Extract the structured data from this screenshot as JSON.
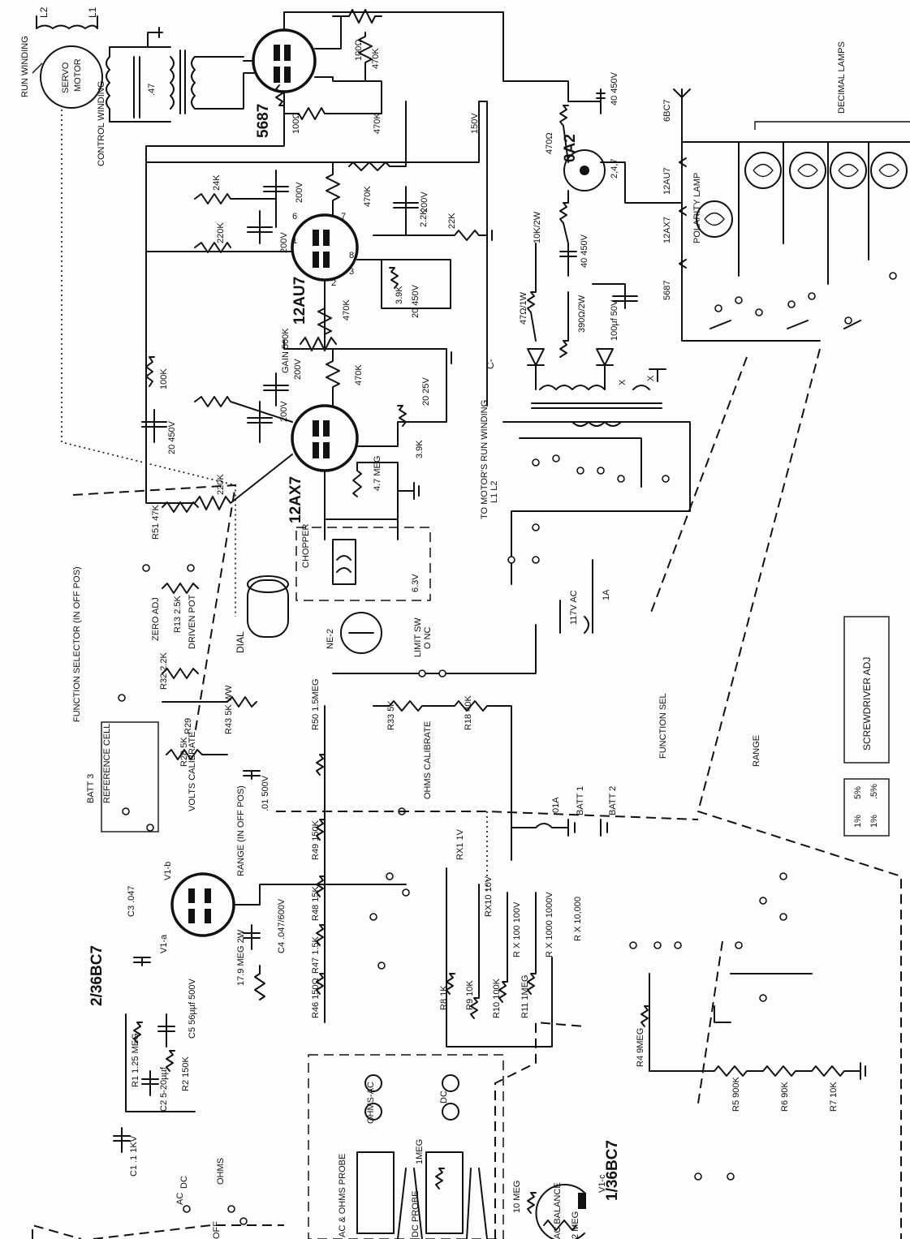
{
  "tubes": {
    "t5687": "5687",
    "t12au7": "12AU7",
    "t12ax7": "12AX7",
    "t0a2": "0A2",
    "v1ab": "2/36BC7",
    "v1c": "1/36BC7",
    "v1b_label": "V1-b",
    "v1a_label": "V1-a",
    "v1c_label": "V1-c"
  },
  "motor": {
    "servo_line1": "SERVO",
    "servo_line2": "MOTOR",
    "run_winding": "RUN WINDING",
    "control_winding": "CONTROL WINDING",
    "l1": "L1",
    "l2": "L2",
    "cap": ".47"
  },
  "lamps": {
    "decimal": "DECIMAL LAMPS",
    "polarity": "POLARITY LAMP",
    "heaters": [
      "6BC7",
      "12AU7",
      "12AX7",
      "5687"
    ]
  },
  "labels": {
    "chopper": "CHOPPER",
    "dial": "DIAL",
    "ne2": "NE-2",
    "limit_sw": "LIMIT SW",
    "limit_nc": "O NC",
    "to_motor": "TO MOTOR'S RUN WINDING",
    "l1l2": "L1  L2",
    "ac117": "117V AC",
    "fuse1a": "1A",
    "function_selector": "FUNCTION SELECTOR (IN OFF POS)",
    "function_sel": "FUNCTION SEL",
    "range": "RANGE",
    "range_off": "RANGE (IN OFF POS)",
    "zero_adj": "ZERO ADJ",
    "driven_pot": "DRIVEN POT",
    "volts_cal": "VOLTS CALIBRATE",
    "ohms_cal": "OHMS CALIBRATE",
    "batt3": "BATT 3",
    "ref_cell": "REFERENCE CELL",
    "batt1": "BATT 1",
    "batt2": "BATT 2",
    "fuse01a": ".01A",
    "c_minus": "C-",
    "v150": "150V",
    "ac_balance": "AC BALANCE",
    "ac_ohms_probe": "AC & OHMS PROBE",
    "dc_probe": "DC PROBE",
    "ohms_ac": "OHMS-AC",
    "dc": "DC",
    "ohms": "OHMS",
    "ac": "AC",
    "off": "OFF",
    "dc_sw": "DC"
  },
  "legend": {
    "screwdriver": "SCREWDRIVER ADJ",
    "p1": "1%",
    "p5": "5%",
    "p01": "1%",
    "p05": ".5%"
  },
  "components": {
    "r100a": "100Ω",
    "r470a": "470K",
    "r100b": "100Ω",
    "r470b": "470K",
    "r24k": "24K",
    "r220k": "220K",
    "r470c": "470K",
    "r22k_2": "2.2K",
    "r22k": "22K",
    "r39k": "3.9K",
    "r470d": "470K",
    "gain": "GAIN 500K",
    "r100k": "100K",
    "r220k2": "220K",
    "r470e": "470K",
    "r47meg": "4.7 MEG",
    "r39k2": "3.9K",
    "c200a": "200V",
    "c200b": "200V",
    "c200c": "200V",
    "c200d": "200V",
    "c200e": "200V",
    "c450a": "20 450V",
    "c450b": "20 450V",
    "c25v": "20 25V",
    "c40a": "40 450V",
    "c40b": "40 450V",
    "r470ohm": "470Ω",
    "r10k2w": "10K/2W",
    "r47ohm1w": "47Ω/1W",
    "r390ohm2w": "390Ω/2W",
    "c100pf": "100µf 50V",
    "r51": "R51 47K",
    "r13": "R13 2.5K",
    "r32": "R32 2.2K",
    "r29": "R29",
    "r28": "R28 5K",
    "r43": "R43 5K WW",
    "r33": "R33 5K",
    "r18": "R18 40K",
    "c500v": ".01 500V",
    "r50": "R50 1.5MEG",
    "r49": "R49 150K",
    "r48": "R48 15K",
    "r47": "R47 1.5K",
    "r46": "R46 150Ω",
    "c3": "C3 .047",
    "c4": "C4 .047/600V",
    "r179": "17.9 MEG 2W",
    "r1": "R1 1.25 MEG",
    "c5": "C5 56µµf 500V",
    "r2": "R2 150K",
    "c2": "C2 5-20µµf",
    "c1": "C1 .1 1KV",
    "r8": "R8 1K",
    "r9": "R9 10K",
    "r10": "R10 100K",
    "r11": "R11 1MEG",
    "r4": "R4 9MEG",
    "r5": "R5 900K",
    "r6": "R6 90K",
    "r7": "R7 10K",
    "r10meg": "10 MEG",
    "r2meg": "2 MEG",
    "r1meg": "1MEG",
    "rx1": "RX1 1V",
    "rx10": "RX10 10V",
    "rx100": "R X 100 100V",
    "rx1000": "R X 1000 1000V",
    "rx10000": "R X 10,000"
  }
}
